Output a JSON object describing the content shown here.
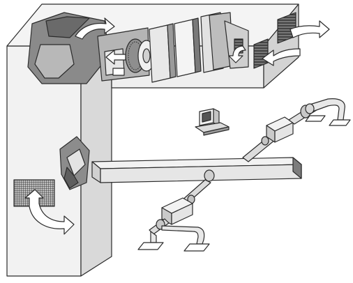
{
  "diagram": {
    "colors": {
      "outline": "#2b2b2b",
      "face_light": "#f0f0f0",
      "face_mid": "#d6d6d6",
      "face_dark": "#9a9a9a",
      "face_darker": "#6e6e6e",
      "duct_light": "#ececec",
      "duct_shade": "#c8c8c8",
      "arrow_fill": "#ffffff"
    },
    "components": [
      "air-handler-cabinet",
      "return-air-grille",
      "supply-fan",
      "filter-rack",
      "heating-coil",
      "cooling-coil",
      "outdoor-air-louver",
      "exhaust-air-louver",
      "main-supply-duct",
      "vav-box",
      "diffuser",
      "thermostat-controller"
    ]
  }
}
